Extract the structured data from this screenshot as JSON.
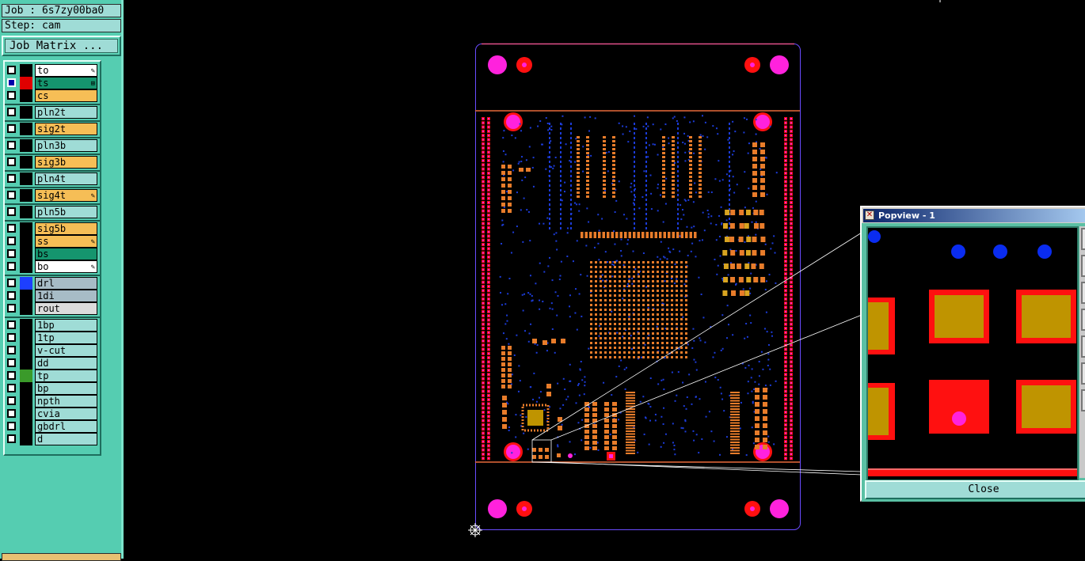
{
  "job_label": "Job : 6s7zy00ba0",
  "step_label": "Step: cam",
  "matrix_button": "Job Matrix ...",
  "layers": [
    {
      "name": "to",
      "bg": "#ffffff",
      "swatch": "#000000",
      "flag": "✎"
    },
    {
      "name": "ts",
      "bg": "#15956e",
      "swatch": "#e00000",
      "flag": "⊞",
      "checked": true
    },
    {
      "name": "cs",
      "bg": "#f6be56",
      "swatch": "#000000",
      "flag": ""
    },
    {
      "name": "pln2t",
      "bg": "#9fdcd6",
      "swatch": "#000000",
      "flag": ""
    },
    {
      "name": "sig2t",
      "bg": "#f6be56",
      "swatch": "#000000",
      "flag": ""
    },
    {
      "name": "pln3b",
      "bg": "#9fdcd6",
      "swatch": "#000000",
      "flag": ""
    },
    {
      "name": "sig3b",
      "bg": "#f6be56",
      "swatch": "#000000",
      "flag": ""
    },
    {
      "name": "pln4t",
      "bg": "#9fdcd6",
      "swatch": "#000000",
      "flag": ""
    },
    {
      "name": "sig4t",
      "bg": "#f6be56",
      "swatch": "#000000",
      "flag": "✎"
    },
    {
      "name": "pln5b",
      "bg": "#9fdcd6",
      "swatch": "#000000",
      "flag": ""
    },
    {
      "name": "sig5b",
      "bg": "#f6be56",
      "swatch": "#000000",
      "flag": ""
    },
    {
      "name": "ss",
      "bg": "#f6be56",
      "swatch": "#000000",
      "flag": "✎"
    },
    {
      "name": "bs",
      "bg": "#15956e",
      "swatch": "#000000",
      "flag": ""
    },
    {
      "name": "bo",
      "bg": "#ffffff",
      "swatch": "#000000",
      "flag": "✎"
    },
    {
      "name": "drl",
      "bg": "#a7bcc6",
      "swatch": "#1d3fff",
      "flag": ""
    },
    {
      "name": "1di",
      "bg": "#a7bcc6",
      "swatch": "#000000",
      "flag": ""
    },
    {
      "name": "rout",
      "bg": "#dcdcdc",
      "swatch": "#000000",
      "flag": ""
    },
    {
      "name": "1bp",
      "bg": "#9fdcd6",
      "swatch": "#000000",
      "flag": ""
    },
    {
      "name": "1tp",
      "bg": "#9fdcd6",
      "swatch": "#000000",
      "flag": ""
    },
    {
      "name": "v-cut",
      "bg": "#9fdcd6",
      "swatch": "#000000",
      "flag": ""
    },
    {
      "name": "dd",
      "bg": "#9fdcd6",
      "swatch": "#000000",
      "flag": ""
    },
    {
      "name": "tp",
      "bg": "#9fdcd6",
      "swatch": "#3a9a2a",
      "flag": ""
    },
    {
      "name": "bp",
      "bg": "#9fdcd6",
      "swatch": "#000000",
      "flag": ""
    },
    {
      "name": "npth",
      "bg": "#9fdcd6",
      "swatch": "#000000",
      "flag": ""
    },
    {
      "name": "cvia",
      "bg": "#9fdcd6",
      "swatch": "#000000",
      "flag": ""
    },
    {
      "name": "gbdrl",
      "bg": "#9fdcd6",
      "swatch": "#000000",
      "flag": ""
    },
    {
      "name": "d",
      "bg": "#9fdcd6",
      "swatch": "#000000",
      "flag": ""
    }
  ],
  "popview": {
    "title": "Popview - 1",
    "close_label": "Close"
  },
  "colors": {
    "panel": "#55cdb1",
    "pcb_outline": "#e0508a",
    "pad": "#e87c2a",
    "via": "#1c3cd8",
    "hole": "#ff22dd",
    "red": "#ff1010",
    "gold": "#bf9400"
  }
}
